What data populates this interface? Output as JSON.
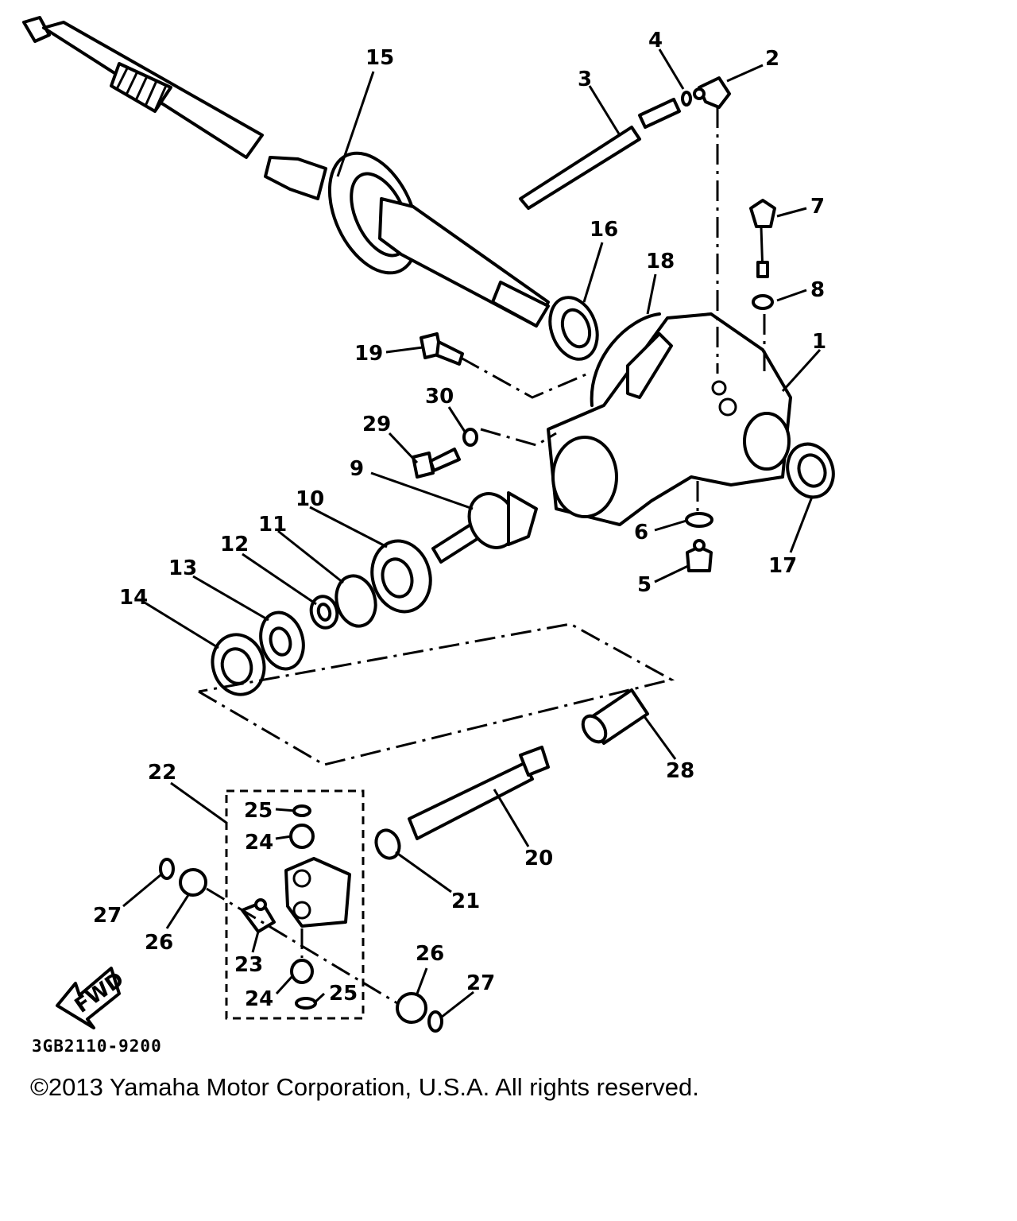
{
  "diagram": {
    "drawing_code": "3GB2110-9200",
    "copyright": "©2013 Yamaha Motor Corporation, U.S.A. All rights reserved.",
    "fwd_label": "FWD",
    "part_labels": {
      "p1": "1",
      "p2": "2",
      "p3": "3",
      "p4": "4",
      "p5": "5",
      "p6": "6",
      "p7": "7",
      "p8": "8",
      "p9": "9",
      "p10": "10",
      "p11": "11",
      "p12": "12",
      "p13": "13",
      "p14": "14",
      "p15": "15",
      "p16": "16",
      "p17": "17",
      "p18": "18",
      "p19": "19",
      "p20": "20",
      "p21": "21",
      "p22": "22",
      "p23": "23",
      "p24a": "24",
      "p24b": "24",
      "p25a": "25",
      "p25b": "25",
      "p26a": "26",
      "p26b": "26",
      "p27a": "27",
      "p27b": "27",
      "p28": "28",
      "p29": "29",
      "p30": "30"
    }
  }
}
